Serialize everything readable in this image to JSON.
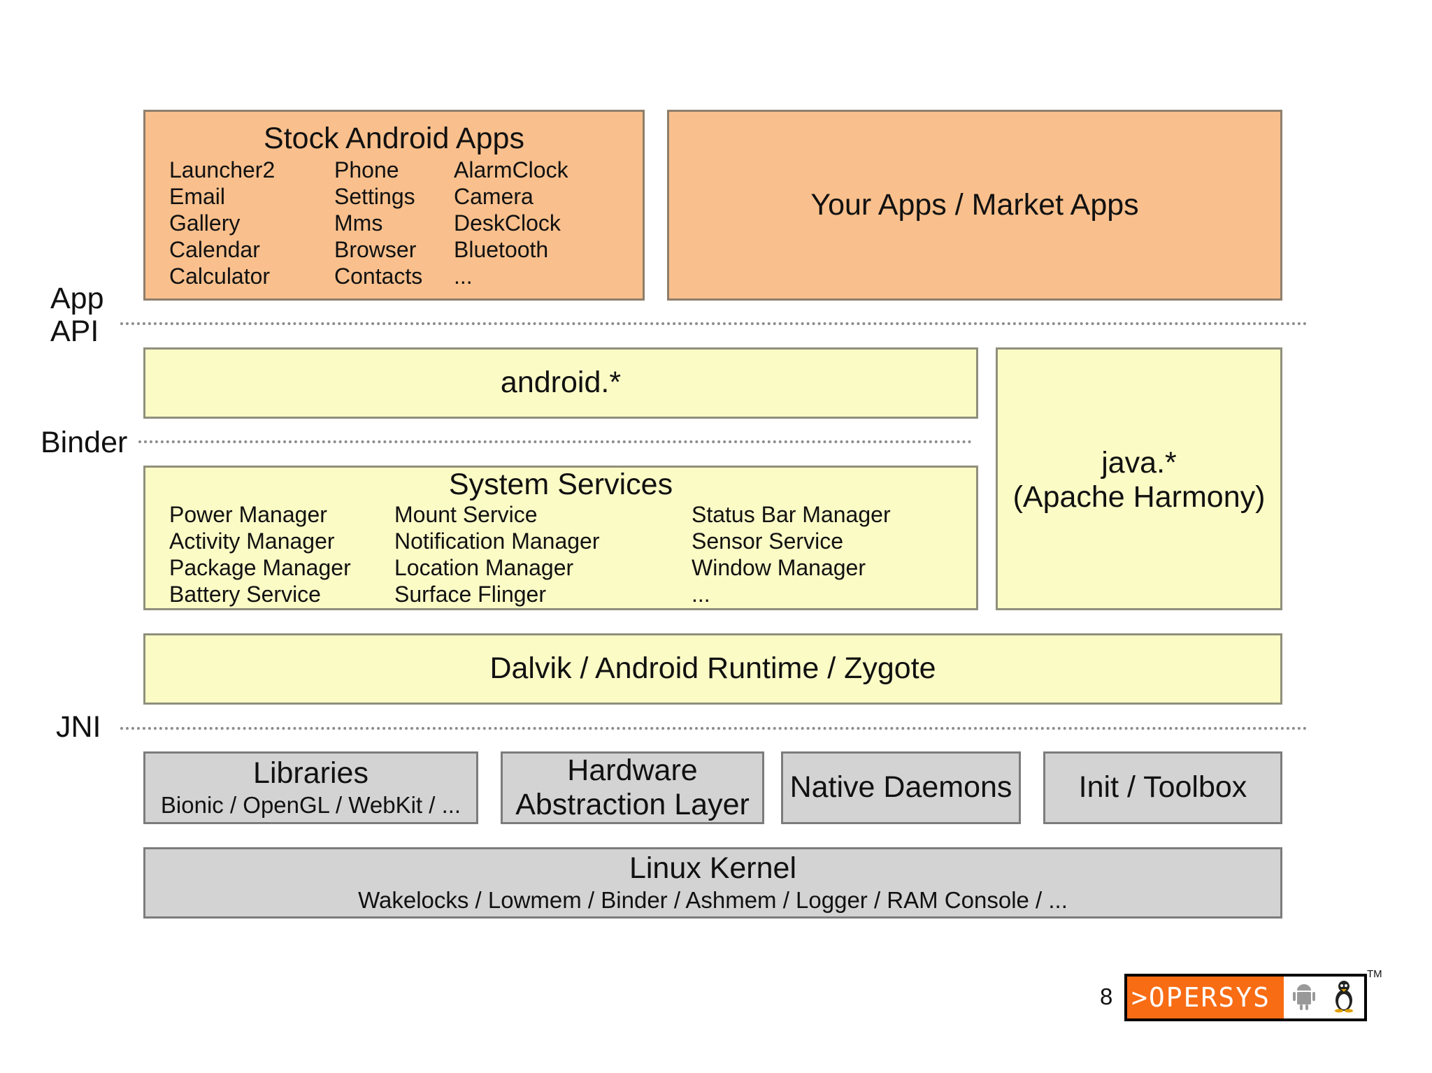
{
  "stock_apps": {
    "title": "Stock Android Apps",
    "columns": [
      [
        "Launcher2",
        "Email",
        "Gallery",
        "Calendar",
        "Calculator"
      ],
      [
        "Phone",
        "Settings",
        "Mms",
        "Browser",
        "Contacts"
      ],
      [
        "AlarmClock",
        "Camera",
        "DeskClock",
        "Bluetooth",
        "..."
      ]
    ]
  },
  "your_apps": {
    "title": "Your Apps / Market Apps"
  },
  "side_labels": {
    "app_api_line1": "App",
    "app_api_line2": "API",
    "binder": "Binder",
    "jni": "JNI"
  },
  "android_pkg": {
    "title": "android.*"
  },
  "java_pkg": {
    "title_line1": "java.*",
    "title_line2": "(Apache Harmony)"
  },
  "system_services": {
    "title": "System Services",
    "columns": [
      [
        "Power Manager",
        "Activity Manager",
        "Package Manager",
        "Battery Service"
      ],
      [
        "Mount Service",
        "Notification Manager",
        "Location Manager",
        "Surface Flinger"
      ],
      [
        "Status Bar Manager",
        "Sensor Service",
        "Window Manager",
        "..."
      ]
    ]
  },
  "runtime": {
    "title": "Dalvik / Android Runtime / Zygote"
  },
  "libraries": {
    "title": "Libraries",
    "subtitle": "Bionic / OpenGL / WebKit / ..."
  },
  "hal": {
    "title_line1": "Hardware",
    "title_line2": "Abstraction Layer"
  },
  "native_daemons": {
    "title": "Native Daemons"
  },
  "init_toolbox": {
    "title": "Init / Toolbox"
  },
  "kernel": {
    "title": "Linux Kernel",
    "subtitle": "Wakelocks / Lowmem / Binder / Ashmem / Logger / RAM Console / ..."
  },
  "footer": {
    "page_number": "8",
    "logo_text": ">OPERSYS",
    "trademark": "TM",
    "logo_icons": [
      "android-icon",
      "penguin-icon"
    ]
  },
  "colors": {
    "app_layer": "#f9c08d",
    "framework_layer": "#fbfbc6",
    "native_layer": "#d3d3d3",
    "logo_accent": "#f86c14"
  }
}
